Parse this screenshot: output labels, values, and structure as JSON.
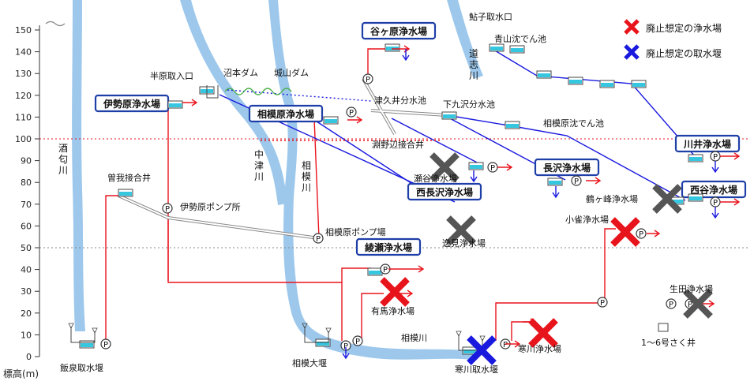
{
  "axis": {
    "unit_label": "標高(m)",
    "ticks": [
      "0",
      "10",
      "20",
      "30",
      "40",
      "50",
      "60",
      "70",
      "80",
      "90",
      "100",
      "110",
      "120",
      "130",
      "140",
      "150"
    ]
  },
  "legend": {
    "closure_plant": "廃止想定の浄水場",
    "closure_intake": "廃止想定の取水堰"
  },
  "rivers": {
    "sakawa": "酒匂川",
    "nakatsu": "中津川",
    "sagami_vertical": "相模川",
    "sagami_lower": "相模川",
    "doshi": "道志川"
  },
  "plants": {
    "iseharu": "伊勢原浄水場",
    "yagahara": "谷ヶ原浄水場",
    "sagamihara": "相模原浄水場",
    "nishinagasawa": "西長沢浄水場",
    "nagasawa": "長沢浄水場",
    "kawai": "川井浄水場",
    "nishiya": "西谷浄水場",
    "ayase": "綾瀬浄水場"
  },
  "labels": {
    "hanbara_intake": "半原取入口",
    "numamoto_dam": "沼本ダム",
    "shiroyama_dam": "城山ダム",
    "tsukui_tank": "津久井分水池",
    "shimokuzawa_tank": "下九沢分水池",
    "fuchinobe": "淵野辺接合井",
    "sagamihara_basin": "相模原沈でん池",
    "soga_well": "曽我接合井",
    "iseharu_pump": "伊勢原ポンプ所",
    "sagamihara_pump": "相模原ポンプ場",
    "itsumi": "逸見浄水場",
    "setani": "瀬谷浄水場",
    "tsurugamine": "鶴ヶ峰浄水場",
    "kosuzume": "小雀浄水場",
    "arima": "有馬浄水場",
    "samukawa_plant": "寒川浄水場",
    "samukawa_intake": "寒川取水堰",
    "sagami_weir": "相模大堰",
    "iizumi_weir": "飯泉取水堰",
    "ikuta": "生田浄水場",
    "wells": "1～6号さく井",
    "aoyama": "青山沈でん池",
    "tsutsuko": "鮎子取水口"
  },
  "symbols": {
    "pump": "P"
  },
  "colors": {
    "red": "#e8141c",
    "blue": "#1a1adf",
    "river": "#9dc8ec",
    "box_border": "#1f3fa8",
    "x_gray": "#555555",
    "tank_cyan": "#35c6e0"
  },
  "icons": [
    "pump-icon",
    "tank-icon",
    "close-x-icon",
    "weir-icon"
  ]
}
